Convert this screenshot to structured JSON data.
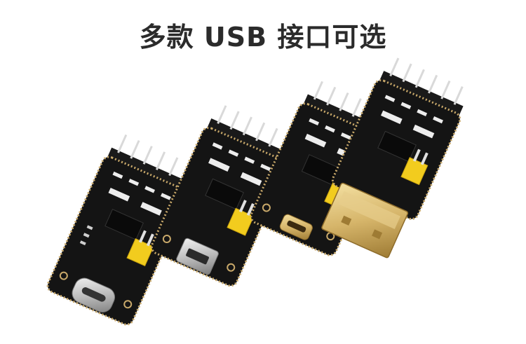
{
  "page": {
    "title": "多款 USB 接口可选"
  },
  "colors": {
    "background": "#ffffff",
    "title": "#2b2b2b",
    "pcb": "#141414",
    "pcb_edge": "#c9a96a",
    "jumper": "#f2cc1e",
    "usb_metal": "#c8c8c8",
    "usb_gold": "#d6b56a"
  },
  "boards": [
    {
      "connector": "usb-c-connector"
    },
    {
      "connector": "mini-usb-connector"
    },
    {
      "connector": "micro-usb-connector"
    },
    {
      "connector": "usb-a-connector"
    }
  ]
}
